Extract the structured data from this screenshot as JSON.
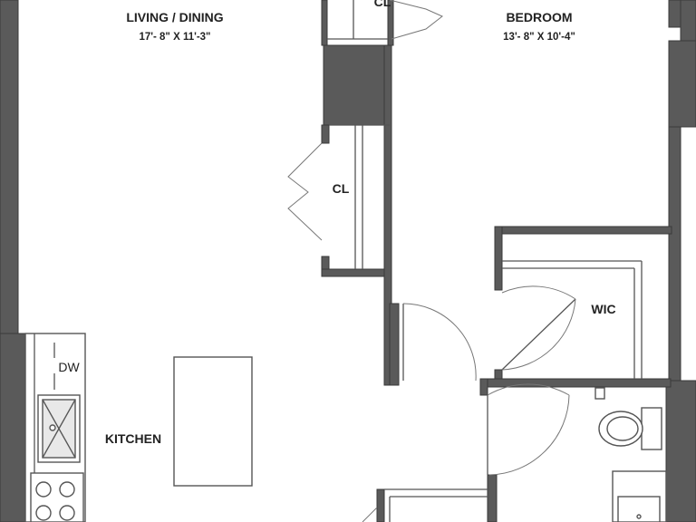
{
  "rooms": {
    "living_dining": {
      "name": "LIVING / DINING",
      "dimensions": "17'- 8\" X 11'-3\""
    },
    "bedroom": {
      "name": "BEDROOM",
      "dimensions": "13'- 8\" X 10'-4\""
    },
    "kitchen": {
      "name": "KITCHEN"
    },
    "closet_top": {
      "name": "CL"
    },
    "closet_mid": {
      "name": "CL"
    },
    "walk_in_closet": {
      "name": "WIC"
    },
    "dishwasher": {
      "name": "DW"
    }
  },
  "colors": {
    "wall": "#5a5a5a",
    "line": "#555555",
    "background": "#ffffff"
  }
}
